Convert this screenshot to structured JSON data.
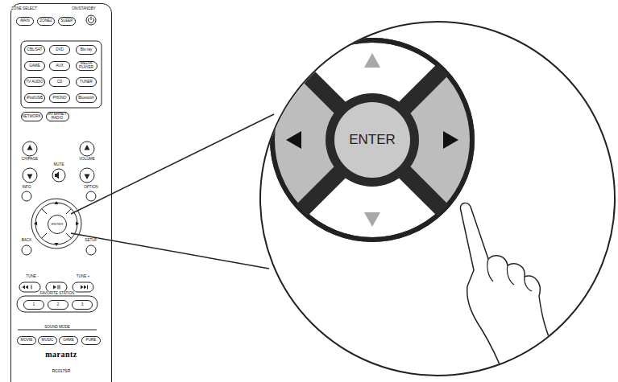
{
  "diagram": {
    "nodes": [
      {
        "text": [
          "marantz",
          "RC017SR"
        ]
      },
      {
        "text": [
          "MAIN"
        ],
        "in": 0
      },
      {
        "text": [
          "ZONE2"
        ],
        "in": 0
      },
      {
        "text": [
          "SLEEP"
        ],
        "in": 0
      },
      {
        "text": [
          "CBL/SAT"
        ],
        "in": 0
      },
      {
        "text": [
          "DVD"
        ],
        "in": 0
      },
      {
        "text": [
          "Blu-ray"
        ],
        "in": 0
      },
      {
        "text": [
          "GAME"
        ],
        "in": 0
      },
      {
        "text": [
          "AUX"
        ],
        "in": 0
      },
      {
        "text": [
          "MEDIA PLAYER"
        ],
        "in": 0
      },
      {
        "text": [
          "TV AUDIO"
        ],
        "in": 0
      },
      {
        "text": [
          "CD"
        ],
        "in": 0
      },
      {
        "text": [
          "TUNER"
        ],
        "in": 0
      },
      {
        "text": [
          "iPod/USB"
        ],
        "in": 0
      },
      {
        "text": [
          "PHONO"
        ],
        "in": 0
      },
      {
        "text": [
          "Bluetooth"
        ],
        "in": 0
      },
      {
        "text": [
          "NETWORK"
        ],
        "in": 0
      },
      {
        "text": [
          "INTERNET RADIO"
        ],
        "in": 0
      },
      {
        "text": [
          "ENTER"
        ],
        "in": 0
      },
      {
        "text": [
          "1"
        ],
        "in": 0
      },
      {
        "text": [
          "2"
        ],
        "in": 0
      },
      {
        "text": [
          "3"
        ],
        "in": 0
      },
      {
        "text": [
          "MOVIE"
        ],
        "in": 0
      },
      {
        "text": [
          "MUSIC"
        ],
        "in": 0
      },
      {
        "text": [
          "GAME"
        ],
        "in": 0
      },
      {
        "text": [
          "PURE"
        ],
        "in": 0
      },
      {
        "text": [
          "ENTER"
        ]
      }
    ],
    "labels": [
      "ZONE SELECT",
      "ON/STANDBY",
      "CH/PAGE",
      "MUTE",
      "VOLUME",
      "INFO",
      "OPTION",
      "BACK",
      "SETUP",
      "TUNE -",
      "TUNE +",
      "FAVORITE STATION",
      "SOUND MODE"
    ]
  }
}
